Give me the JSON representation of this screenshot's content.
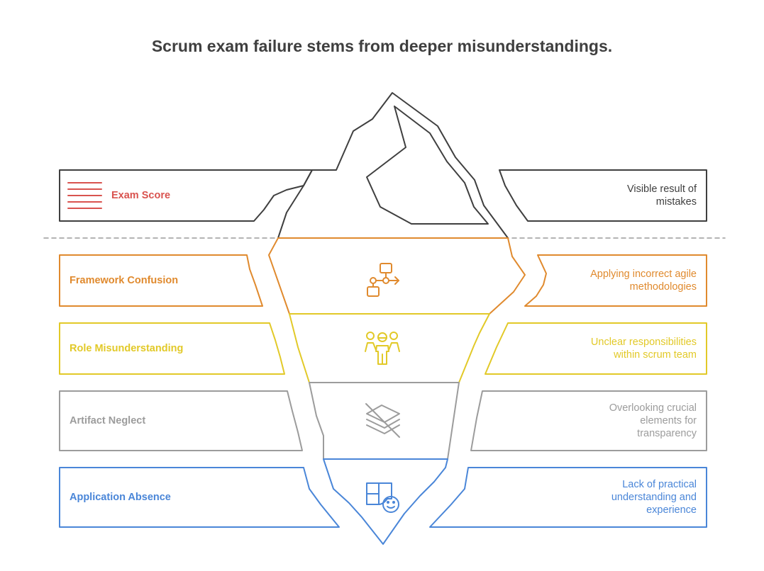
{
  "title": "Scrum exam failure stems from deeper misunderstandings.",
  "layers": [
    {
      "label": "Exam Score",
      "description": "Visible result of mistakes",
      "color": "#d9534f",
      "text_color": "#3f3f3f",
      "icon": "lines-icon"
    },
    {
      "label": "Framework Confusion",
      "description": "Applying incorrect agile methodologies",
      "color": "#e08a2e",
      "text_color": "#e08a2e",
      "icon": "flowchart-icon"
    },
    {
      "label": "Role Misunderstanding",
      "description": "Unclear responsibilities within scrum team",
      "color": "#e2c928",
      "text_color": "#e2c928",
      "icon": "team-icon"
    },
    {
      "label": "Artifact Neglect",
      "description": "Overlooking crucial elements for transparency",
      "color": "#9c9c9c",
      "text_color": "#9c9c9c",
      "icon": "stack-crossed-icon"
    },
    {
      "label": "Application Absence",
      "description": "Lack of practical understanding and experience",
      "color": "#4a86d8",
      "text_color": "#4a86d8",
      "icon": "puzzle-face-icon"
    }
  ]
}
